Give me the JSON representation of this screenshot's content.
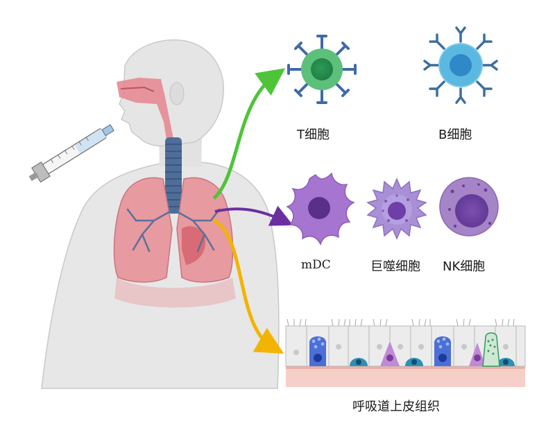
{
  "labels": {
    "t_cell": "T细胞",
    "b_cell": "B细胞",
    "mdc": "mDC",
    "macrophage": "巨噬细胞",
    "nk_cell": "NK细胞",
    "epithelium": "呼吸道上皮组织"
  },
  "colors": {
    "arrow_green": "#4fc43a",
    "arrow_purple": "#6b2fa0",
    "arrow_yellow": "#f2b400",
    "t_cell": "#5cc07a",
    "b_cell": "#4fb2dc",
    "mdc": "#a675d0",
    "macrophage": "#a98fd6",
    "nk_cell": "#a584c8",
    "lung": "#e79aa0",
    "trachea": "#4e6e99"
  }
}
